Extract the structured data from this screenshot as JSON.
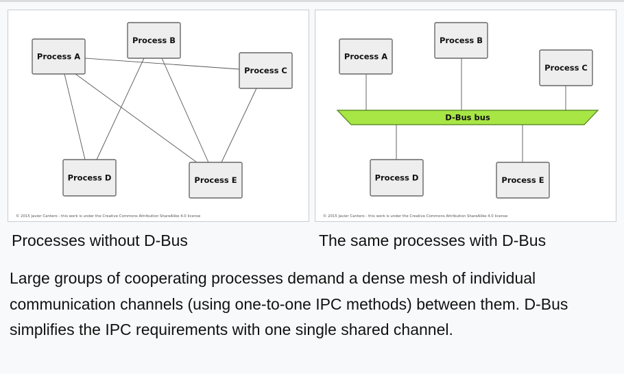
{
  "without_dbus": {
    "processes": {
      "a": "Process A",
      "b": "Process B",
      "c": "Process C",
      "d": "Process D",
      "e": "Process E"
    },
    "copyright": "© 2015 Javier Cantero - this work is under the Creative Commons Attribution ShareAlike 4.0 license",
    "caption": "Processes without D-Bus"
  },
  "with_dbus": {
    "processes": {
      "a": "Process A",
      "b": "Process B",
      "c": "Process C",
      "d": "Process D",
      "e": "Process E"
    },
    "bus_label": "D-Bus bus",
    "copyright": "© 2015 Javier Cantero - this work is under the Creative Commons Attribution ShareAlike 4.0 license",
    "caption": "The same processes with D-Bus"
  },
  "description": "Large groups of cooperating processes demand a dense mesh of individual communication channels (using one-to-one IPC methods) between them. D-Bus simplifies the IPC requirements with one single shared channel.",
  "colors": {
    "bus_fill": "#a8e645",
    "bus_stroke": "#4a7d14",
    "box_fill": "#eeeeee",
    "box_stroke": "#666666"
  }
}
